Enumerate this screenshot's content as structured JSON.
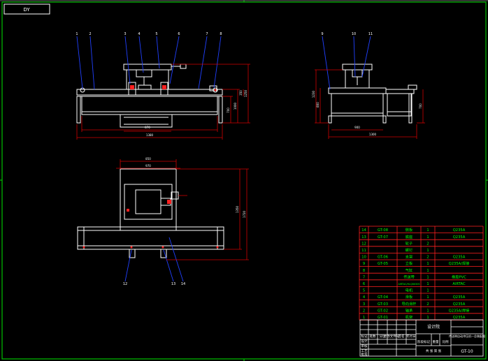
{
  "title_box": {
    "label": "DY"
  },
  "colors": {
    "frame": "#00c000",
    "outline": "#ffffff",
    "dimension": "#d00000",
    "leader": "#2040ff",
    "table_text": "#00ff00",
    "table_line": "#ff2020"
  },
  "front_view": {
    "balloons": [
      "1",
      "2",
      "3",
      "4",
      "5",
      "6",
      "7",
      "8"
    ],
    "dims": {
      "inner_width": "870",
      "overall_width": "1380",
      "h1": "700",
      "h2": "1000",
      "h3": "1250",
      "h4": "350"
    }
  },
  "side_view": {
    "balloons": [
      "9",
      "10",
      "11"
    ],
    "dims": {
      "width": "900",
      "overall": "1300",
      "h1": "800",
      "h2": "1230",
      "h3": "700"
    }
  },
  "top_view": {
    "balloons": [
      "12",
      "13",
      "14"
    ],
    "dims": {
      "top": "850",
      "top2": "970",
      "depth": "1720",
      "depth2": "1350"
    }
  },
  "bom": {
    "rows": [
      [
        "14",
        "GT-08",
        "侧板",
        "1",
        "Q235A"
      ],
      [
        "13",
        "GT-07",
        "底座",
        "1",
        "Q235A"
      ],
      [
        "12",
        "",
        "轮子",
        "2",
        ""
      ],
      [
        "11",
        "",
        "螺钉",
        "1",
        ""
      ],
      [
        "10",
        "GT-06",
        "支架",
        "2",
        "Q235A"
      ],
      [
        "9",
        "GT-05",
        "立板",
        "1",
        "Q235A/焊接"
      ],
      [
        "8",
        "",
        "气缸",
        "1",
        ""
      ],
      [
        "7",
        "",
        "传送带",
        "1",
        "橡胶PVC"
      ],
      [
        "6",
        "",
        "AIRTAC/HLQ8X30S",
        "1",
        "AIRTAC"
      ],
      [
        "5",
        "",
        "电机",
        "1",
        ""
      ],
      [
        "4",
        "GT-04",
        "滑板",
        "1",
        "Q235A"
      ],
      [
        "3",
        "GT-03",
        "导向滑杆",
        "2",
        "Q235A"
      ],
      [
        "2",
        "GT-02",
        "轴承",
        "1",
        "Q235A/焊接"
      ],
      [
        "1",
        "GT-01",
        "机架",
        "1",
        "Q235A"
      ]
    ]
  },
  "title_block": {
    "company": "设计院",
    "drawing_name": "传送带自动冲压机—总装配图",
    "drawing_number": "GT-10",
    "header_cells": [
      "标记",
      "处数",
      "分区",
      "更改文件号",
      "签名",
      "年月日"
    ],
    "roles": [
      "设计",
      "审核",
      "工艺",
      "批准"
    ],
    "stage_label": "阶段标记",
    "weight_label": "重量",
    "scale_label": "比例",
    "sheet_label": "共 张 第 张"
  }
}
